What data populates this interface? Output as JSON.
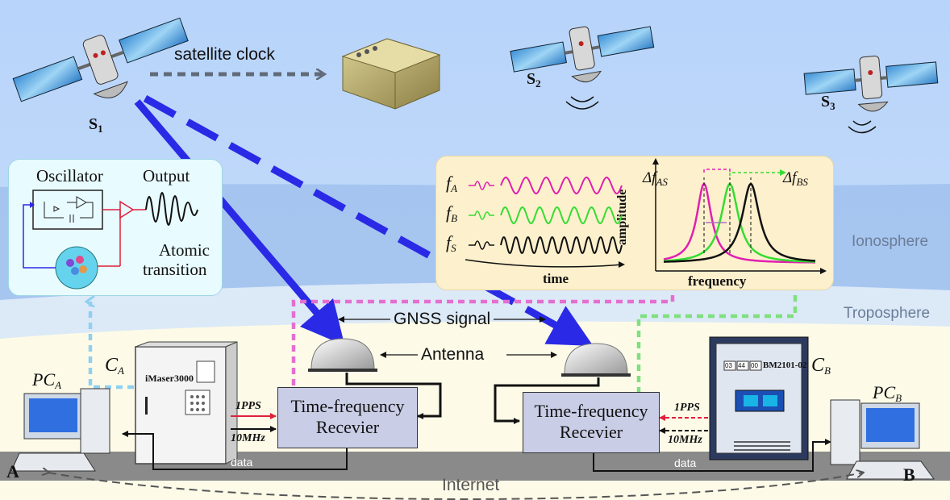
{
  "satellites": [
    {
      "label": "S",
      "subscript": "1"
    },
    {
      "label": "S",
      "subscript": "2"
    },
    {
      "label": "S",
      "subscript": "3"
    }
  ],
  "satellite_clock_label": "satellite clock",
  "layers": {
    "ionosphere": "Ionosphere",
    "troposphere": "Troposphere"
  },
  "atomic_panel": {
    "oscillator": "Oscillator",
    "output": "Output",
    "transition_line1": "Atomic",
    "transition_line2": "transition"
  },
  "frequency_panel": {
    "signals": [
      {
        "label": "f",
        "subscript": "A"
      },
      {
        "label": "f",
        "subscript": "B"
      },
      {
        "label": "f",
        "subscript": "S"
      }
    ],
    "time_axis": "time",
    "amplitude_axis": "amplitude",
    "frequency_axis": "frequency",
    "delta_a": {
      "prefix": "Δf",
      "subscript": "AS"
    },
    "delta_b": {
      "prefix": "Δf",
      "subscript": "BS"
    }
  },
  "gnss_signal": "GNSS signal",
  "antenna": "Antenna",
  "clock_a": {
    "label": "C",
    "subscript": "A",
    "device": "iMaser3000"
  },
  "clock_b": {
    "label": "C",
    "subscript": "B",
    "device": "BM2101-02",
    "display": [
      "03",
      "44",
      "00"
    ]
  },
  "receivers": [
    {
      "line1": "Time-frequency",
      "line2": "Recevier"
    },
    {
      "line1": "Time-frequency",
      "line2": "Recevier"
    }
  ],
  "signals": {
    "pps": "1PPS",
    "freq": "10MHz"
  },
  "data_label": "data",
  "pc_a": {
    "label": "PC",
    "subscript": "A"
  },
  "pc_b": {
    "label": "PC",
    "subscript": "B"
  },
  "site_a": "A",
  "site_b": "B",
  "internet": "Internet",
  "colors": {
    "sky": "#c3dcfb",
    "ionosphere": "#8fb6e8",
    "troposphere": "#dbe8f7",
    "ground": "#fdfbe8",
    "beam": "#2a2ae6",
    "pink": "#e46fd0",
    "green": "#7ee07e",
    "lightblue": "#8fd0f2",
    "magenta": "#e020b0",
    "lime": "#33dd33"
  }
}
